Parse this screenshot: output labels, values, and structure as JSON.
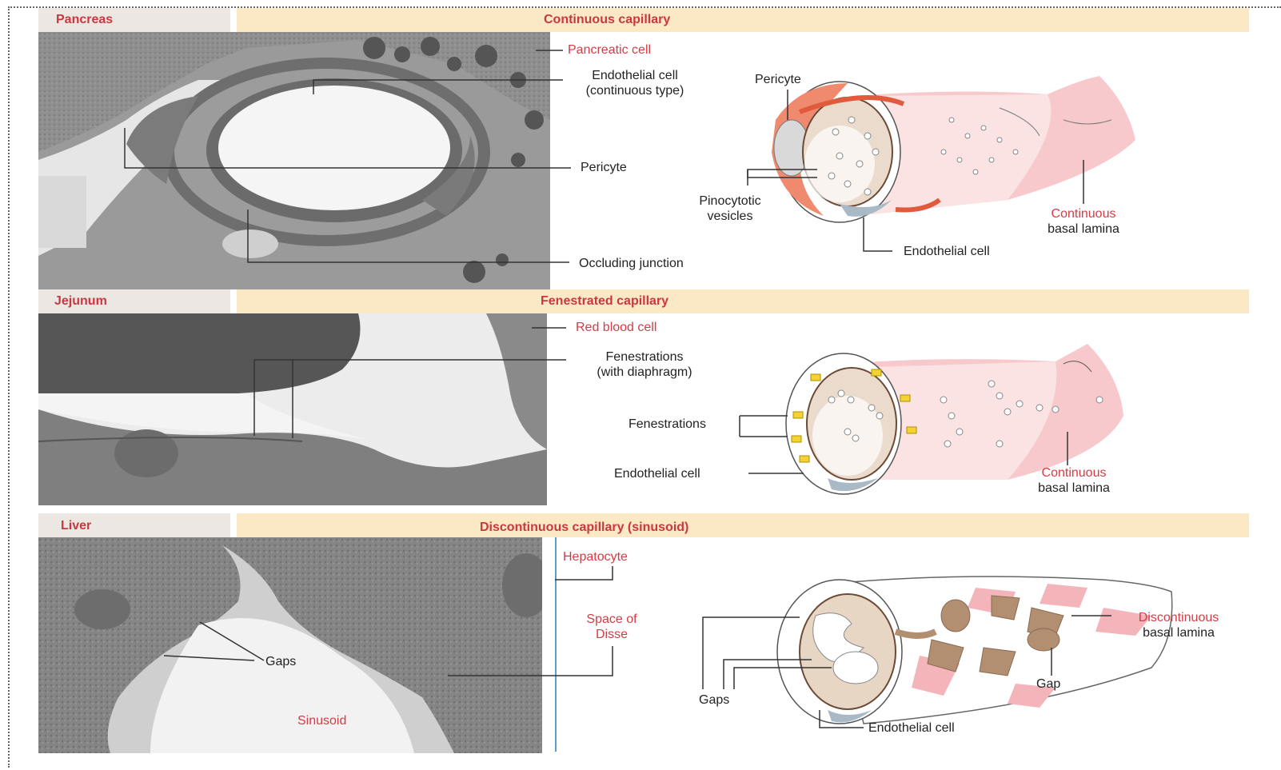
{
  "panels": [
    {
      "tissue": "Pancreas",
      "capillary": "Continuous capillary",
      "micrograph_labels": {
        "pancreatic_cell": "Pancreatic cell",
        "endothelial_cell_l1": "Endothelial cell",
        "endothelial_cell_l2": "(continuous type)",
        "pericyte": "Pericyte",
        "occluding_junction": "Occluding junction"
      },
      "diagram_labels": {
        "pericyte": "Pericyte",
        "pinocytotic_l1": "Pinocytotic",
        "pinocytotic_l2": "vesicles",
        "continuous_l1": "Continuous",
        "continuous_l2": "basal lamina",
        "endothelial_cell": "Endothelial cell"
      }
    },
    {
      "tissue": "Jejunum",
      "capillary": "Fenestrated capillary",
      "micrograph_labels": {
        "red_blood_cell": "Red blood cell",
        "fenestrations_l1": "Fenestrations",
        "fenestrations_l2": "(with diaphragm)"
      },
      "diagram_labels": {
        "fenestrations": "Fenestrations",
        "endothelial_cell": "Endothelial cell",
        "continuous_l1": "Continuous",
        "continuous_l2": "basal lamina"
      }
    },
    {
      "tissue": "Liver",
      "capillary": "Discontinuous capillary (sinusoid)",
      "micrograph_labels": {
        "hepatocyte": "Hepatocyte",
        "space_l1": "Space of",
        "space_l2": "Disse",
        "gaps": "Gaps",
        "sinusoid": "Sinusoid"
      },
      "diagram_labels": {
        "gaps": "Gaps",
        "gap": "Gap",
        "discontinuous_l1": "Discontinuous",
        "discontinuous_l2": "basal lamina",
        "endothelial_cell": "Endothelial cell"
      }
    }
  ],
  "colors": {
    "label_red": "#d43c45",
    "header_left": "#ece7e2",
    "header_right": "#fbe9c6"
  }
}
